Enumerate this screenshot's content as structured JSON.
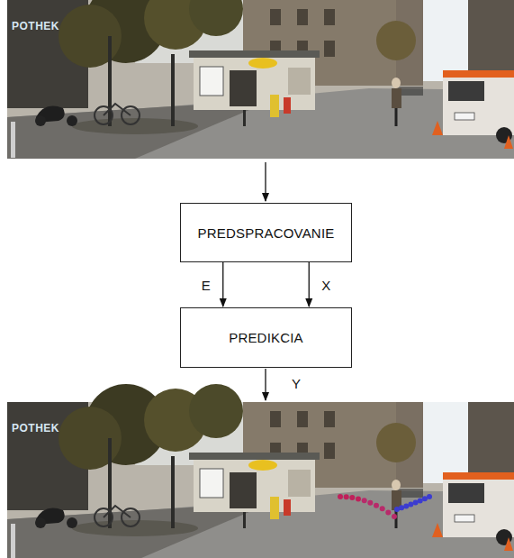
{
  "diagram": {
    "nodes": [
      {
        "text": [
          "PREDSPRACOVANIE"
        ]
      },
      {
        "text": [
          "PREDIKCIA"
        ]
      }
    ],
    "edges": [
      {
        "from": 0,
        "to": 1,
        "arrow": "to",
        "label": "E"
      },
      {
        "from": 0,
        "to": 1,
        "arrow": "to",
        "label": "X"
      }
    ],
    "labels": [
      "POTHEK",
      "Y",
      "POTHEK"
    ]
  }
}
